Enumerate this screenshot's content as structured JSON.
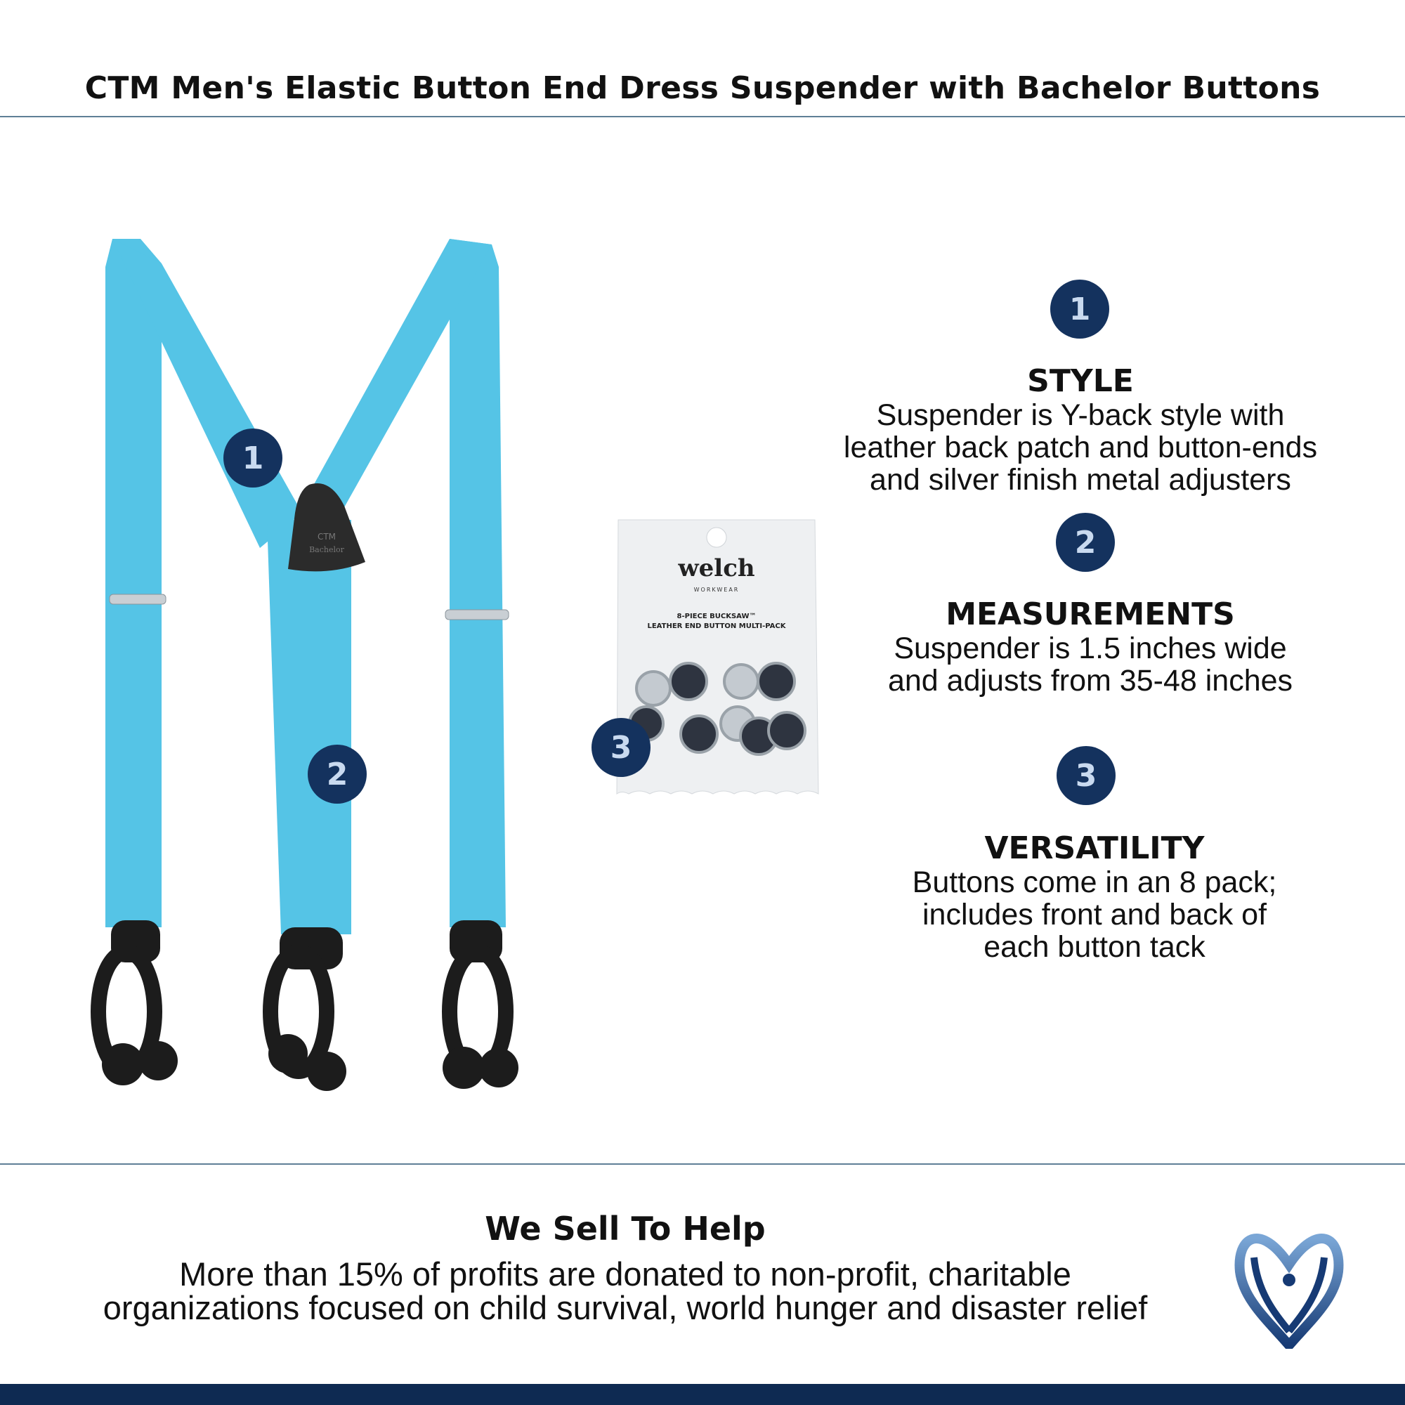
{
  "title": "CTM Men's Elastic Button End Dress Suspender with Bachelor Buttons",
  "colors": {
    "accent_navy": "#14325e",
    "badge_text": "#c9daf0",
    "suspender_blue": "#55c4e6",
    "rule": "#5f7f96",
    "footer_bar": "#0e2a52"
  },
  "product_image": {
    "icon": "suspender-product-image",
    "patch_text": [
      "CTM",
      "Bachelor"
    ]
  },
  "button_pack": {
    "icon": "button-pack-image",
    "brand": "welch",
    "sub_brand": "WORKWEAR",
    "label_line1": "8-PIECE BUCKSAW™",
    "label_line2": "LEATHER END BUTTON MULTI-PACK"
  },
  "overlay_badges": [
    "1",
    "2",
    "3"
  ],
  "features": [
    {
      "number": "1",
      "heading": "STYLE",
      "body": "Suspender is Y-back style with\nleather back patch and button-ends\nand silver finish metal adjusters"
    },
    {
      "number": "2",
      "heading": "MEASUREMENTS",
      "body": "Suspender is 1.5 inches wide\nand adjusts from 35-48 inches"
    },
    {
      "number": "3",
      "heading": "VERSATILITY",
      "body": "Buttons come in an 8 pack;\nincludes front and back of\neach button tack"
    }
  ],
  "footer": {
    "heading": "We Sell To Help",
    "body": "More than 15% of profits are donated to non-profit, charitable\norganizations focused on child survival, world hunger and disaster relief",
    "logo_icon": "charity-wings-logo"
  }
}
